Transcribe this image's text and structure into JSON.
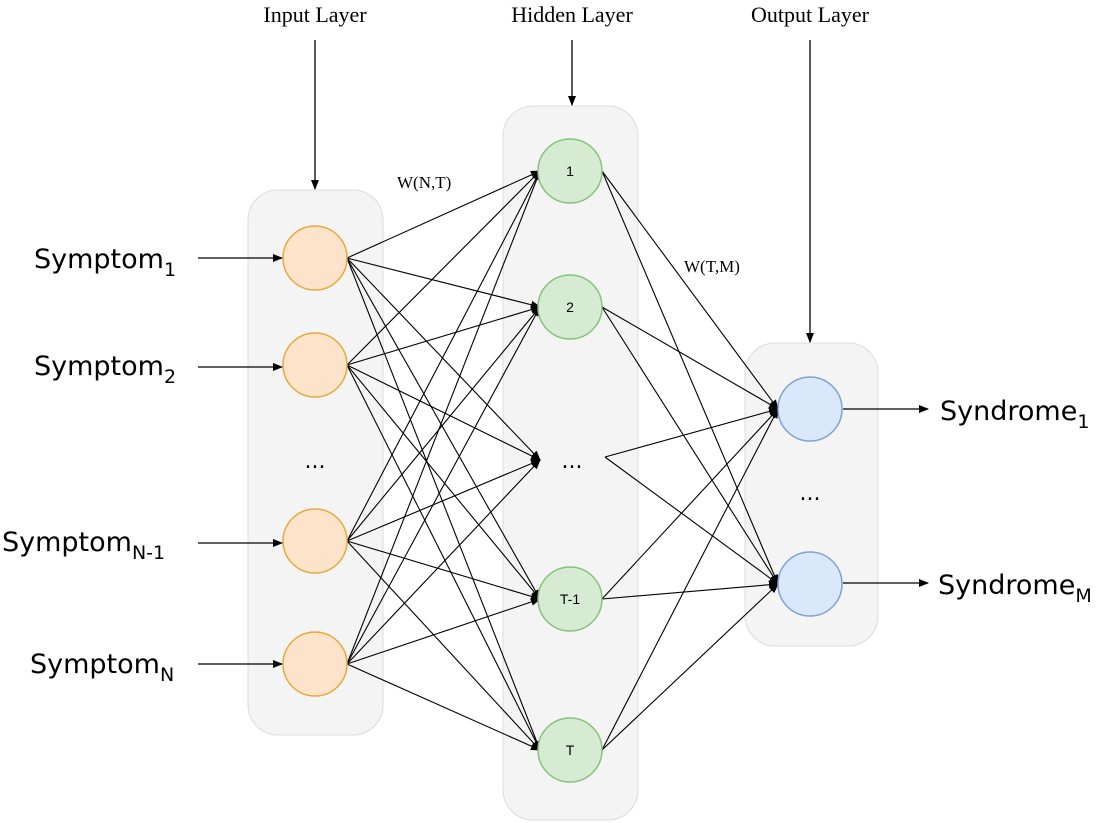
{
  "layers": {
    "input_title": "Input Layer",
    "hidden_title": "Hidden Layer",
    "output_title": "Output Layer"
  },
  "weights": {
    "input_hidden": "W(N,T)",
    "hidden_output": "W(T,M)"
  },
  "inputs": [
    {
      "base": "Symptom",
      "sub": "1"
    },
    {
      "base": "Symptom",
      "sub": "2"
    },
    {
      "base": "Symptom",
      "sub": "N-1"
    },
    {
      "base": "Symptom",
      "sub": "N"
    }
  ],
  "hidden_nodes": [
    "1",
    "2",
    "T-1",
    "T"
  ],
  "outputs": [
    {
      "base": "Syndrome",
      "sub": "1"
    },
    {
      "base": "Syndrome",
      "sub": "M"
    }
  ],
  "ellipsis": {
    "input": "...",
    "hidden": "...",
    "output": "..."
  },
  "colors": {
    "input_fill": "#fde3c9",
    "input_stroke": "#e8a93c",
    "hidden_fill": "#d6ecd2",
    "hidden_stroke": "#86c27a",
    "output_fill": "#dae8fc",
    "output_stroke": "#7fa1d4",
    "panel": "#f4f4f4"
  }
}
